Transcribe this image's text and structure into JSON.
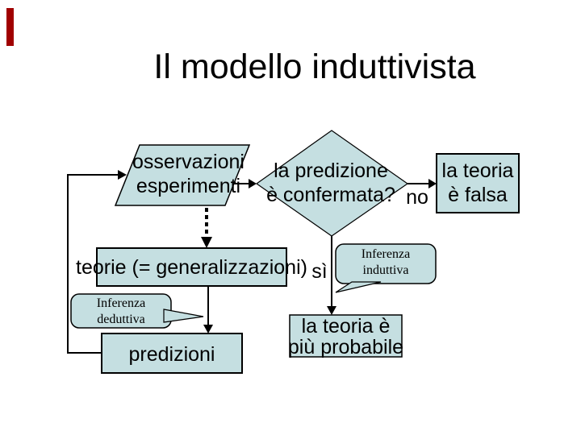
{
  "slide": {
    "title": "Il modello induttivista",
    "colors": {
      "accent": "#a00000",
      "node_fill": "#c5dfe1",
      "outline": "#000000",
      "background": "#ffffff",
      "text": "#000000"
    },
    "nodes": {
      "osservazioni": {
        "label": "osservazioni\nesperimenti",
        "shape": "parallelogram"
      },
      "predizione": {
        "label": "la predizione\nè confermata?",
        "shape": "decision-diamond"
      },
      "teoria_falsa": {
        "label": "la teoria\nè falsa",
        "shape": "rectangle"
      },
      "teorie": {
        "label": "teorie (= generalizzazioni)",
        "shape": "rectangle"
      },
      "predizioni": {
        "label": "predizioni",
        "shape": "rectangle"
      },
      "teoria_probabile": {
        "label": "la teoria è\npiù probabile",
        "shape": "rectangle"
      },
      "inferenza_induttiva": {
        "label": "Inferenza\ninduttiva",
        "shape": "speech-callout"
      },
      "inferenza_deduttiva": {
        "label": "Inferenza\ndeduttiva",
        "shape": "speech-callout"
      }
    },
    "edge_labels": {
      "no": "no",
      "si": "sì"
    }
  }
}
